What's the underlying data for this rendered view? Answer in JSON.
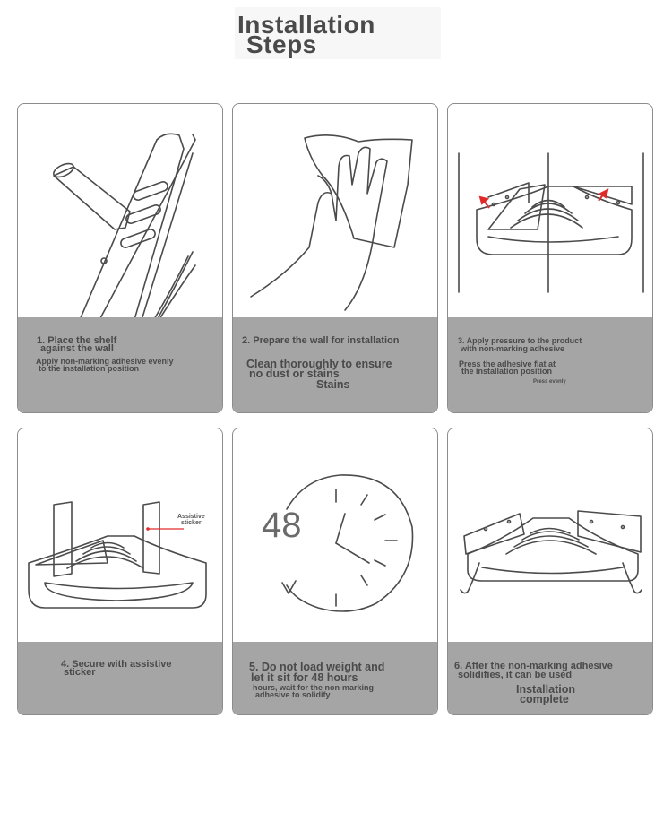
{
  "title": {
    "line1": "Installation",
    "line2": "Steps"
  },
  "steps": [
    {
      "title_line1": "1. Place the shelf",
      "title_line2": "against the wall",
      "desc_line1": "Apply non-marking adhesive evenly",
      "desc_line2": "to the installation position"
    },
    {
      "title": "2. Prepare the wall for installation",
      "desc_line1": "Clean thoroughly to ensure",
      "desc_line2": "no dust or stains",
      "desc_line3": "Stains"
    },
    {
      "title_line1": "3. Apply pressure to the product",
      "title_line2": "with non-marking adhesive",
      "desc_line1": "Press the adhesive flat at",
      "desc_line2": "the installation position",
      "note": "Press evenly"
    },
    {
      "title_line1": "4. Secure with assistive",
      "title_line2": "sticker",
      "label_line1": "Assistive",
      "label_line2": "sticker"
    },
    {
      "title_line1": "5. Do not load weight and",
      "title_line2": "let it sit for 48 hours",
      "desc_line1": "hours, wait for the non-marking",
      "desc_line2": "adhesive to solidify",
      "clock_number": "48"
    },
    {
      "title_line1": "6. After the non-marking adhesive",
      "title_line2": "solidifies, it can be used",
      "desc_line1": "Installation",
      "desc_line2": "complete"
    }
  ],
  "colors": {
    "caption_bg": "#a5a5a5",
    "line": "#4b4b4b",
    "arrow": "#e02a2a",
    "card_border": "#8c8c8c"
  }
}
